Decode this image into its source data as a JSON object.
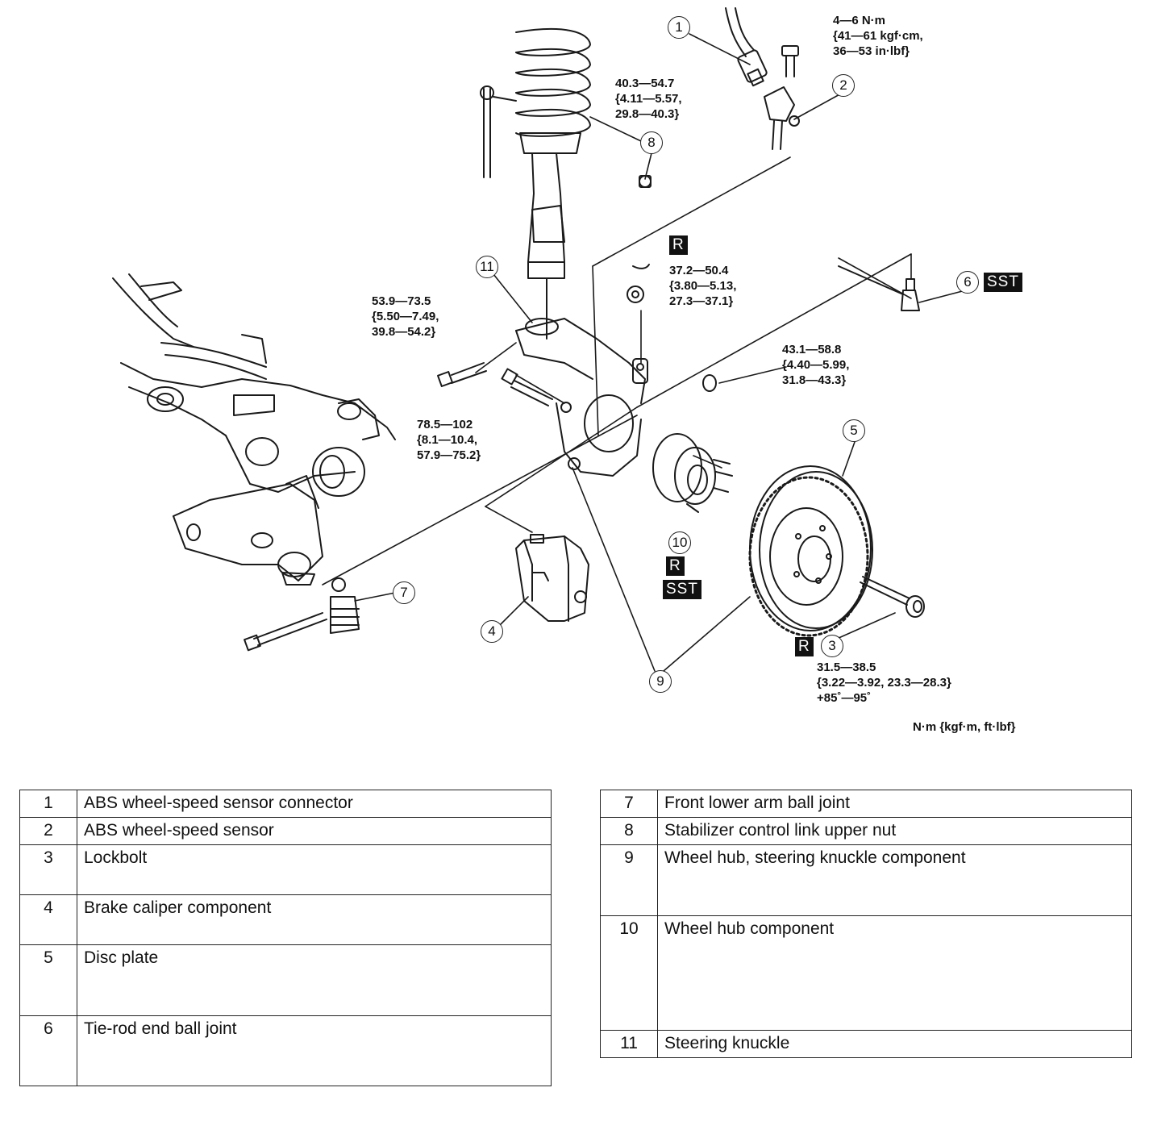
{
  "callouts": {
    "c1": "1",
    "c2": "2",
    "c3": "3",
    "c4": "4",
    "c5": "5",
    "c6": "6",
    "c7": "7",
    "c8": "8",
    "c9": "9",
    "c10": "10",
    "c11": "11"
  },
  "badges": {
    "r": "R",
    "sst": "SST"
  },
  "torque": {
    "t_sensor": "4—6 N·m\n{41—61 kgf·cm,\n36—53 in·lbf}",
    "t_link": "40.3—54.7\n{4.11—5.57,\n29.8—40.3}",
    "t_knuckle_upper": "37.2—50.4\n{3.80—5.13,\n27.3—37.1}",
    "t_strut_bolt": "53.9—73.5\n{5.50—7.49,\n39.8—54.2}",
    "t_tierod": "43.1—58.8\n{4.40—5.99,\n31.8—43.3}",
    "t_balljoint": "78.5—102\n{8.1—10.4,\n57.9—75.2}",
    "t_lockbolt": "31.5—38.5\n{3.22—3.92, 23.3—28.3}\n+85˚—95˚"
  },
  "units": "N·m {kgf·m, ft·lbf}",
  "legend_left": [
    {
      "num": "1",
      "label": "ABS wheel-speed sensor connector"
    },
    {
      "num": "2",
      "label": "ABS wheel-speed sensor"
    },
    {
      "num": "3",
      "label": "Lockbolt"
    },
    {
      "num": "4",
      "label": "Brake caliper component"
    },
    {
      "num": "5",
      "label": "Disc plate"
    },
    {
      "num": "6",
      "label": "Tie-rod end ball joint"
    }
  ],
  "legend_right": [
    {
      "num": "7",
      "label": "Front lower arm ball joint"
    },
    {
      "num": "8",
      "label": "Stabilizer control link upper nut"
    },
    {
      "num": "9",
      "label": "Wheel hub, steering knuckle component"
    },
    {
      "num": "10",
      "label": "Wheel hub component"
    },
    {
      "num": "11",
      "label": "Steering knuckle"
    }
  ]
}
